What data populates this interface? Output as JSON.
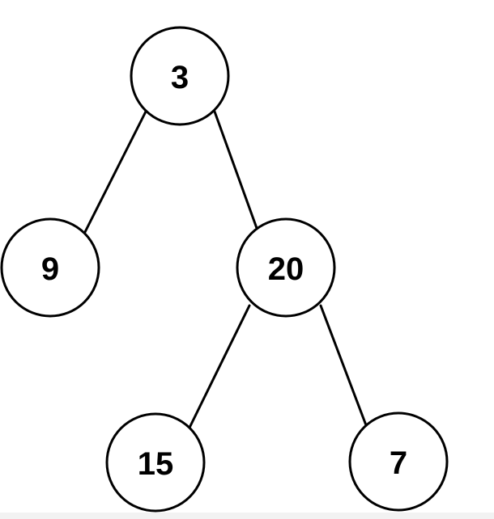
{
  "diagram": {
    "nodes": [
      {
        "id": "n3",
        "label": "3"
      },
      {
        "id": "n9",
        "label": "9"
      },
      {
        "id": "n20",
        "label": "20"
      },
      {
        "id": "n15",
        "label": "15"
      },
      {
        "id": "n7",
        "label": "7"
      }
    ],
    "edges": [
      {
        "from": "n3",
        "to": "n9"
      },
      {
        "from": "n3",
        "to": "n20"
      },
      {
        "from": "n20",
        "to": "n15"
      },
      {
        "from": "n20",
        "to": "n7"
      }
    ]
  }
}
